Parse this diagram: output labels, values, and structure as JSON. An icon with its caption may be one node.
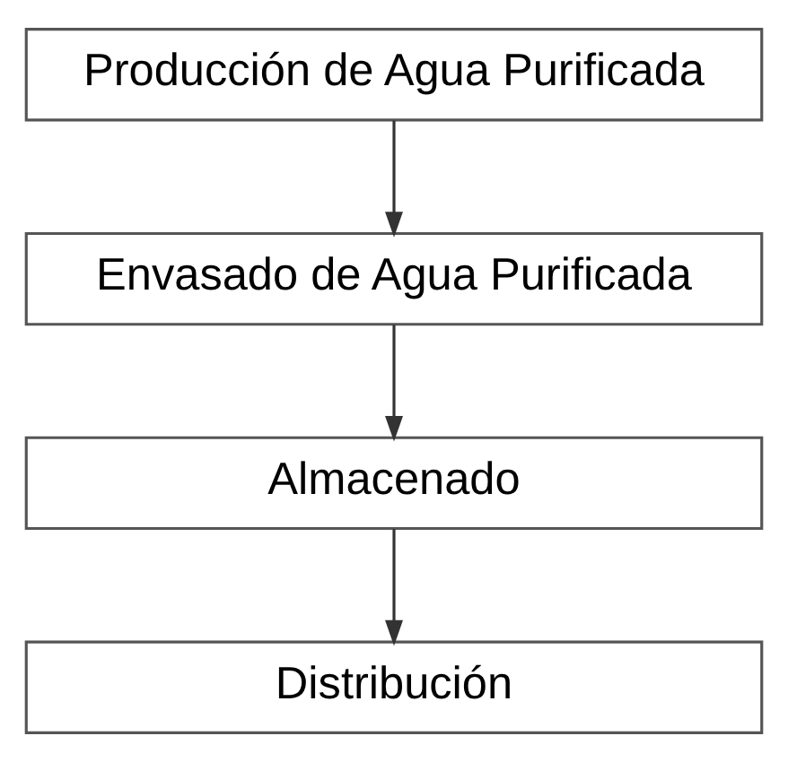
{
  "diagram": {
    "nodes": [
      {
        "text": [
          "Producción de Agua Purificada"
        ]
      },
      {
        "text": [
          "Envasado de Agua Purificada"
        ]
      },
      {
        "text": [
          "Almacenado"
        ]
      },
      {
        "text": [
          "Distribución"
        ]
      }
    ],
    "edges": [
      {
        "from": 0,
        "to": 1,
        "arrow": "to"
      },
      {
        "from": 1,
        "to": 2,
        "arrow": "to"
      },
      {
        "from": 2,
        "to": 3,
        "arrow": "to"
      }
    ]
  }
}
